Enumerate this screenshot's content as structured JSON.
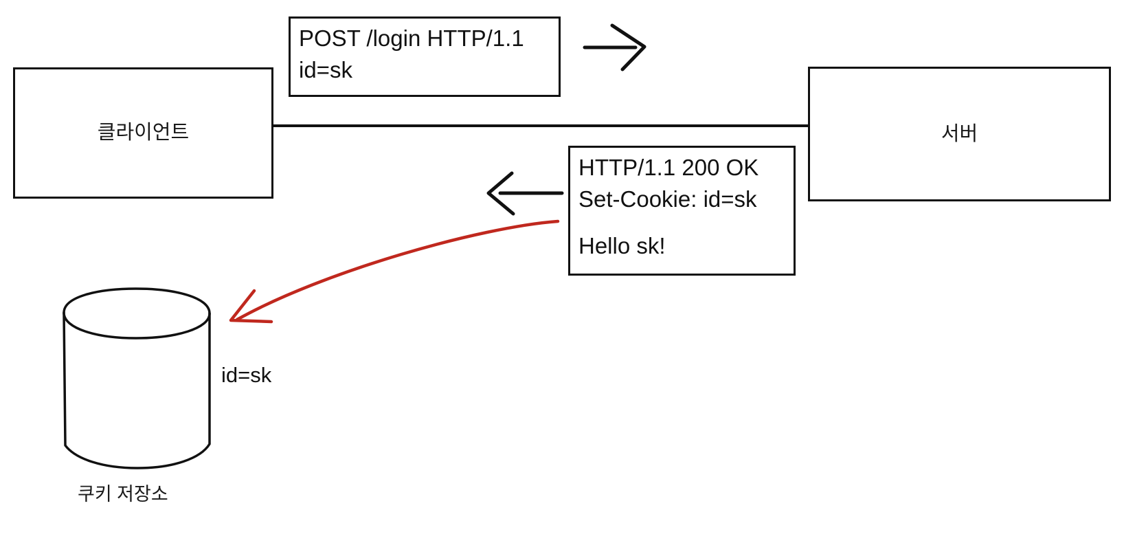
{
  "diagram": {
    "title": "HTTP cookie set flow between client and server",
    "colors": {
      "stroke": "#111111",
      "accent_red": "#c0281e",
      "background": "#ffffff"
    },
    "nodes": [
      {
        "id": "client",
        "label": "클라이언트",
        "shape": "rectangle"
      },
      {
        "id": "server",
        "label": "서버",
        "shape": "rectangle"
      },
      {
        "id": "cookie-store",
        "label": "쿠키 저장소",
        "shape": "cylinder",
        "content": "id=sk"
      }
    ],
    "messages": {
      "request": {
        "lines": [
          "POST /login HTTP/1.1",
          "id=sk"
        ]
      },
      "response": {
        "lines": [
          "HTTP/1.1 200 OK",
          "Set-Cookie: id=sk",
          "",
          "Hello sk!"
        ],
        "underlined_line_index": 1
      }
    },
    "connectors": [
      {
        "id": "client-server-link",
        "kind": "line",
        "direction": "horizontal"
      },
      {
        "id": "request-arrow",
        "kind": "arrow",
        "direction": "right"
      },
      {
        "id": "response-arrow",
        "kind": "arrow",
        "direction": "left"
      },
      {
        "id": "store-cookie-arrow",
        "kind": "curved-arrow",
        "direction": "down-left",
        "color": "#c0281e"
      }
    ]
  }
}
